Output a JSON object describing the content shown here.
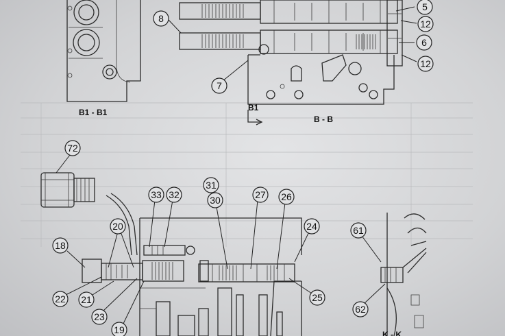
{
  "views": {
    "b1": "B1 - B1",
    "bb": "B - B",
    "b1_marker": "B1",
    "kk": "K - K"
  },
  "callouts": [
    "5",
    "12",
    "8",
    "6",
    "12",
    "7",
    "72",
    "33",
    "32",
    "31",
    "30",
    "27",
    "26",
    "24",
    "20",
    "18",
    "22",
    "21",
    "23",
    "19",
    "25",
    "61",
    "62"
  ]
}
